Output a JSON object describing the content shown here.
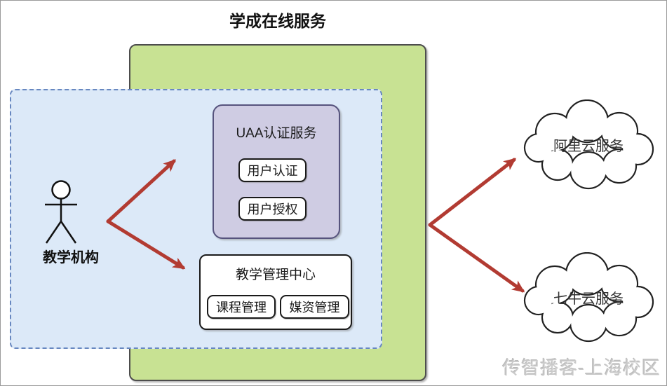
{
  "page": {
    "title": "学成在线服务",
    "watermark": "传智播客-上海校区"
  },
  "actor": {
    "label": "教学机构"
  },
  "uaa": {
    "title": "UAA认证服务",
    "items": [
      "用户认证",
      "用户授权"
    ]
  },
  "teaching_center": {
    "title": "教学管理中心",
    "items": [
      "课程管理",
      "媒资管理"
    ]
  },
  "clouds": [
    {
      "label": "阿里云服务"
    },
    {
      "label": "七牛云服务"
    }
  ],
  "colors": {
    "green_fill": "#c8e293",
    "green_border": "#4d4d4d",
    "blue_fill": "#dce9f8",
    "blue_border": "#6787c0",
    "purple_fill": "#cfcce3",
    "purple_border": "#56537d",
    "arrow_red": "#b23b32",
    "cloud_stroke": "#222222"
  }
}
